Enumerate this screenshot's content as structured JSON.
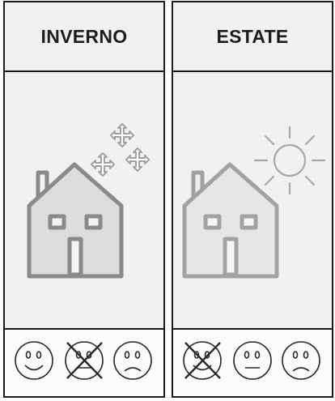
{
  "panels": [
    {
      "title": "INVERNO",
      "weather": "snowflake-icon",
      "faces": [
        {
          "mood": "happy",
          "crossed": false
        },
        {
          "mood": "neutral",
          "crossed": true
        },
        {
          "mood": "sad",
          "crossed": false
        }
      ]
    },
    {
      "title": "ESTATE",
      "weather": "sun-icon",
      "faces": [
        {
          "mood": "happy",
          "crossed": true
        },
        {
          "mood": "neutral",
          "crossed": false
        },
        {
          "mood": "sad",
          "crossed": false
        }
      ]
    }
  ],
  "colors": {
    "border": "#1a1a1a",
    "house_stroke": "#8a8a8a",
    "weather_stroke": "#a8a8a8",
    "face_stroke": "#2a2a2a"
  }
}
